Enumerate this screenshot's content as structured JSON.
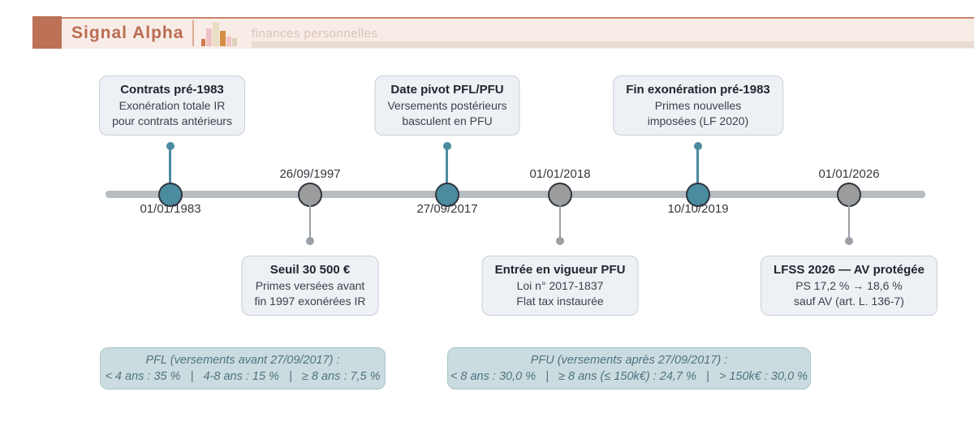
{
  "palette": {
    "terracotta": "#bd7156",
    "header_bg": "#f8ece6",
    "teal_node": "#4b8ca0",
    "gray_node": "#9c9c9c",
    "callout_bg": "#edf1f5",
    "note_bg": "#cbdce0"
  },
  "header": {
    "brand": "Signal Alpha",
    "subtitle": "finances personnelles",
    "icon": "bar-chart-icon"
  },
  "timeline": {
    "events": [
      {
        "date": "01/01/1983",
        "callout_title": "Contrats pré-1983",
        "callout_line1": "Exonération totale IR",
        "callout_line2": "pour contrats antérieurs"
      },
      {
        "date": "26/09/1997",
        "callout_title": "Seuil 30 500 €",
        "callout_line1": "Primes versées avant",
        "callout_line2": "fin 1997 exonérées IR"
      },
      {
        "date": "27/09/2017",
        "callout_title": "Date pivot PFL/PFU",
        "callout_line1": "Versements postérieurs",
        "callout_line2": "basculent en PFU"
      },
      {
        "date": "01/01/2018",
        "callout_title": "Entrée en vigueur PFU",
        "callout_line1": "Loi n° 2017-1837",
        "callout_line2": "Flat tax instaurée"
      },
      {
        "date": "10/10/2019",
        "callout_title": "Fin exonération pré-1983",
        "callout_line1": "Primes nouvelles",
        "callout_line2": "imposées (LF 2020)"
      },
      {
        "date": "01/01/2026",
        "callout_title": "LFSS 2026 — AV protégée",
        "callout_line1": "PS 17,2 % → 18,6 %",
        "callout_line2": "sauf AV (art. L. 136-7)"
      }
    ]
  },
  "notes": [
    {
      "title": "PFL (versements avant 27/09/2017) :",
      "detail": "< 4 ans : 35 %   |   4-8 ans : 15 %   |   ≥ 8 ans : 7,5 %"
    },
    {
      "title": "PFU (versements après 27/09/2017) :",
      "detail": "< 8 ans : 30,0 %   |   ≥ 8 ans (≤ 150k€) : 24,7 %   |   > 150k€ : 30,0 %"
    }
  ]
}
